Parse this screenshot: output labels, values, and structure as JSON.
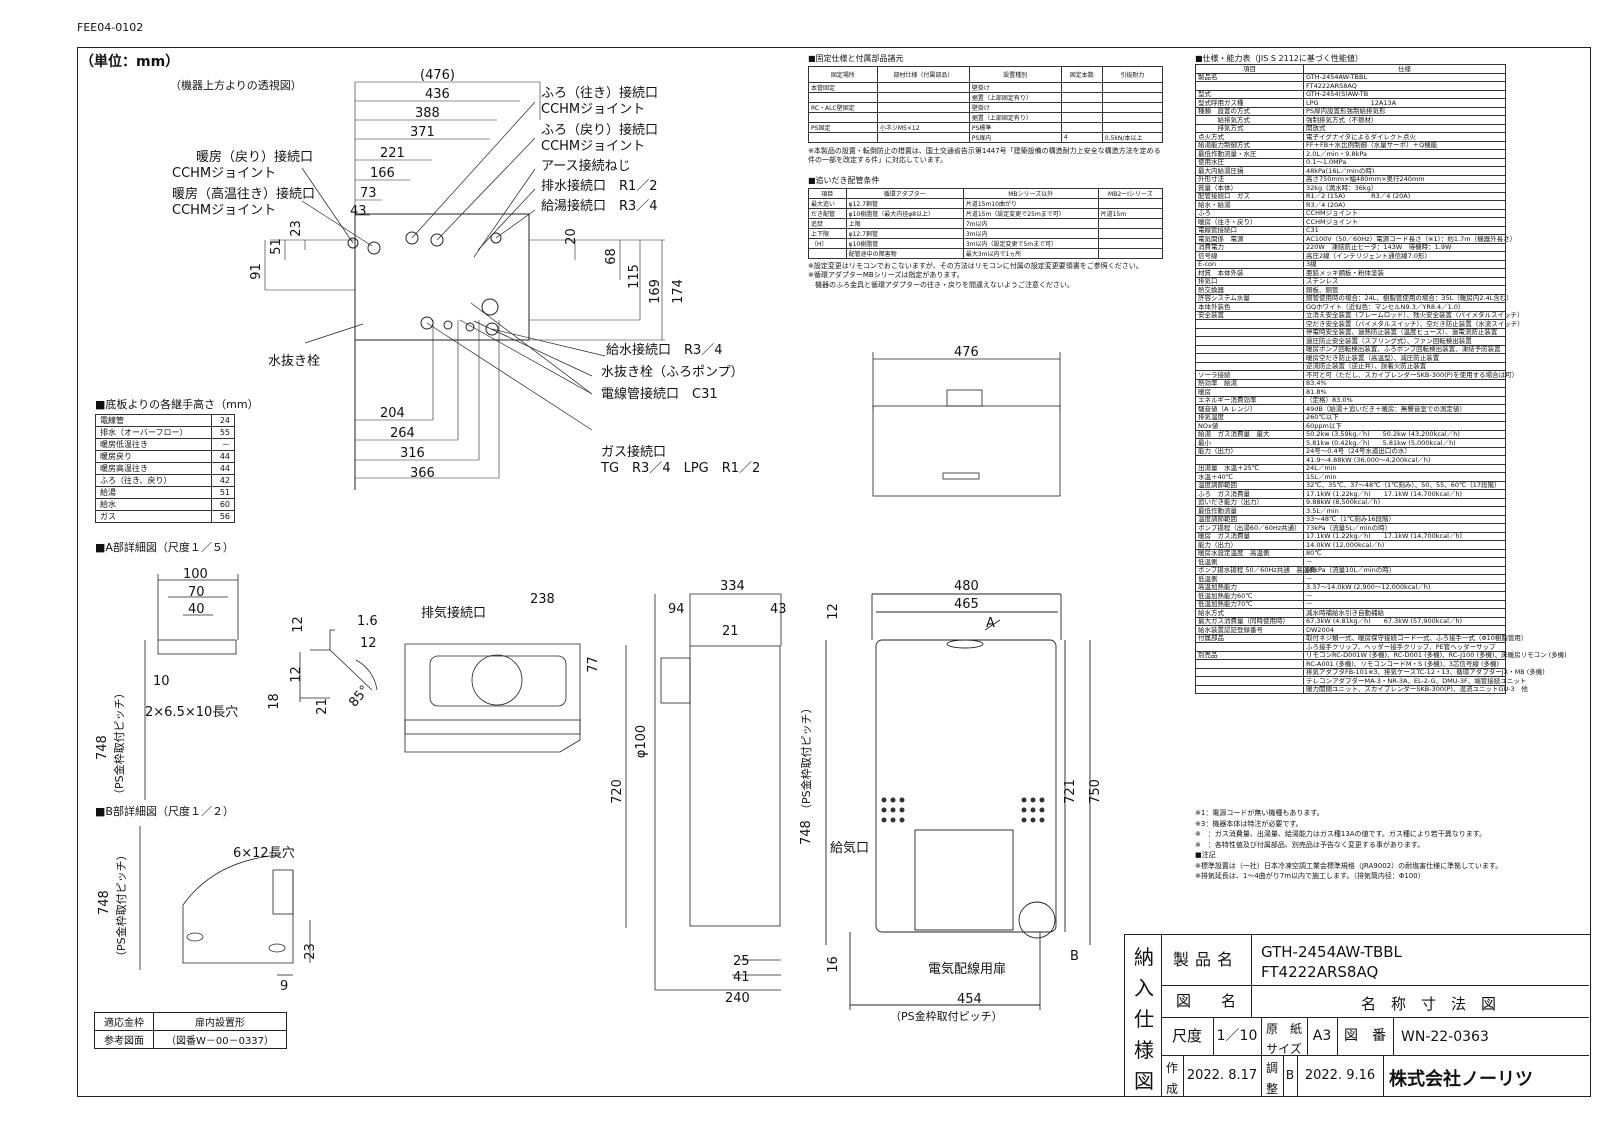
{
  "doc_code": "FEE04-0102",
  "unit_label": "（単位：mm）",
  "top_view": {
    "caption": "（機器上方よりの透視図）",
    "dims_h": [
      "(476)",
      "436",
      "388",
      "371",
      "221",
      "166",
      "73",
      "43",
      "204",
      "264",
      "316",
      "366"
    ],
    "dims_v": [
      "23",
      "51",
      "91",
      "20",
      "68",
      "115",
      "169",
      "174"
    ],
    "labels": {
      "heat_return": "暖房（戻り）接続口",
      "heat_return_sub": "CCHMジョイント",
      "heat_high": "暖房（高温往き）接続口",
      "heat_high_sub": "CCHMジョイント",
      "bath_go": "ふろ（往き）接続口",
      "bath_go_sub": "CCHMジョイント",
      "bath_return": "ふろ（戻り）接続口",
      "bath_return_sub": "CCHMジョイント",
      "earth": "アース接続ねじ",
      "drain": "排水接続口　R1／2",
      "hot": "給湯接続口　R3／4",
      "water_plug": "水抜き栓",
      "supply": "給水接続口　R3／4",
      "water_plug_pump": "水抜き栓（ふろポンプ）",
      "conduit": "電線管接続口　C31",
      "gas": "ガス接続口",
      "gas_sub": "TG　R3／4　LPG　R1／2"
    }
  },
  "joint_heights": {
    "title": "■底板よりの各継手高さ（mm）",
    "rows": [
      {
        "name": "電線管",
        "value": "24"
      },
      {
        "name": "排水（オーバーフロー）",
        "value": "55"
      },
      {
        "name": "暖房低温往き",
        "value": "－"
      },
      {
        "name": "暖房戻り",
        "value": "44"
      },
      {
        "name": "暖房高温往き",
        "value": "44"
      },
      {
        "name": "ふろ（往き、戻り）",
        "value": "42"
      },
      {
        "name": "給湯",
        "value": "51"
      },
      {
        "name": "給水",
        "value": "60"
      },
      {
        "name": "ガス",
        "value": "56"
      }
    ]
  },
  "detail_a": {
    "title": "■A部詳細図（尺度１／５）",
    "dims": [
      "100",
      "70",
      "40",
      "1.6",
      "12",
      "12",
      "10",
      "18",
      "12",
      "21",
      "85°"
    ],
    "slot": "2×6.5×10長穴",
    "pitch": "748",
    "pitch_note": "（PS金枠取付ピッチ）"
  },
  "detail_b": {
    "title": "■B部詳細図（尺度１／２）",
    "slot": "6×12長穴",
    "pitch": "748",
    "pitch_note": "（PS金枠取付ピッチ）",
    "dims": [
      "23",
      "9"
    ]
  },
  "ref": {
    "c1": "適応金枠",
    "c2": "扉内設置形",
    "c3": "参考図面",
    "c4": "（図番W－00－0337）"
  },
  "fixing": {
    "title": "■固定仕様と付属部品諸元",
    "headers": [
      "固定場所",
      "部材仕様（付属部品）",
      "設置種別",
      "固定本数",
      "引抜耐力"
    ],
    "rows": [
      [
        "本管固定",
        "",
        "壁掛け",
        "",
        ""
      ],
      [
        "",
        "",
        "据置（上部固定有り）",
        "",
        ""
      ],
      [
        "RC・ALC壁固定",
        "",
        "壁掛け",
        "",
        ""
      ],
      [
        "",
        "",
        "据置（上部固定有り）",
        "",
        ""
      ],
      [
        "PS固定",
        "小ネジM5×12",
        "PS標準",
        "",
        ""
      ],
      [
        "",
        "",
        "PS扉内",
        "4",
        "0.5kN/本以上"
      ]
    ],
    "note": "※本製品の設置・転倒防止の措置は、国土交通省告示第1447号「建築設備の構造耐力上安全な構造方法を定める件の一部を改定する件」に対応しています。"
  },
  "piping": {
    "title": "■追いだき配管条件",
    "headers": [
      "項目",
      "循環アダプター",
      "MBシリーズ以外",
      "MB2ーⅠシリーズ"
    ],
    "rows": [
      [
        "最大追い",
        "φ12.7銅管",
        "片道15m10曲がり",
        ""
      ],
      [
        "だき配管",
        "φ10樹脂管（最大内径φ8以上）",
        "片道15m（設定変更で25mまで可）",
        "片道15m"
      ],
      [
        "追焚",
        "上限",
        "7m以内",
        ""
      ],
      [
        "上下限",
        "φ12.7銅管",
        "3m以内",
        ""
      ],
      [
        "（H）",
        "φ10樹脂管",
        "3m以内（設定変更で5mまで可）",
        ""
      ],
      [
        "",
        "配管途中の障害物",
        "最大3m以内で1ヵ所",
        ""
      ]
    ],
    "notes": [
      "※設定変更はリモコンでおこないますが、その方法はリモコンに付属の設定変更要領書をご参照ください。",
      "※循環アダプターMBシリーズは指定があります。",
      "　機器のふろ金具と循環アダプターの往き・戻りを間違えないようご注意ください。"
    ]
  },
  "top_view2": {
    "dim": "476"
  },
  "side_view": {
    "labels": [
      "排気接続口",
      "給気口"
    ],
    "dims": [
      "334",
      "238",
      "94",
      "43",
      "21",
      "77",
      "φ100",
      "720",
      "25",
      "41",
      "240"
    ]
  },
  "front_view": {
    "dims": [
      "480",
      "465",
      "12",
      "721",
      "750",
      "748",
      "16",
      "454"
    ],
    "pitch_note": "（PS金枠取付ピッチ）",
    "labels": {
      "a": "A",
      "b": "B",
      "door": "電気配線用扉",
      "intake": "給気口"
    }
  },
  "spec": {
    "title": "■仕様・能力表（JIS S 2112に基づく性能値）",
    "col_item": "項目",
    "col_spec": "仕様",
    "rows": [
      [
        "製品名",
        "GTH-2454AW-TBBL"
      ],
      [
        "",
        "FT4222ARS8AQ"
      ],
      [
        "型式",
        "GTH-2454(S)AW-TB"
      ],
      [
        "型式呼用ガス種",
        "LPG　　　　　　　　12A13A"
      ],
      [
        "種類　設置の方式",
        "PS扉内設置形強制給排気形"
      ],
      [
        "　　　給排気方式",
        "強制排気方式（不燃材）"
      ],
      [
        "　　　排気方式",
        "開放式"
      ],
      [
        "点火方式",
        "電子イグナイタによるダイレクト点火"
      ],
      [
        "給湯能力制御方式",
        "FF＋FB＋水比例制御（水量サーボ）＋Q機能"
      ],
      [
        "最低作動流量・水圧",
        "2.0L／min・9.8kPa"
      ],
      [
        "使用水圧",
        "0.1〜1.0MPa"
      ],
      [
        "最大内給湯圧損",
        "48kPa(16L／minの時)"
      ],
      [
        "外形寸法",
        "高さ750mm×幅480mm×奥行240mm"
      ],
      [
        "質量（本体）",
        "32kg（満水時：36kg）"
      ],
      [
        "配管接続口　ガス",
        "R1／2 (15A)　　　　R3／4 (20A)"
      ],
      [
        "給水・給湯",
        "R3／4 (20A)"
      ],
      [
        "ふろ",
        "CCHMジョイント"
      ],
      [
        "暖房（往き・戻り）",
        "CCHMジョイント"
      ],
      [
        "電線管接続口",
        "C31"
      ],
      [
        "電気関係　電源",
        "AC100V（50／60Hz）電源コード長さ（※1）：約1.7m（機器外長さ）"
      ],
      [
        "消費電力",
        "220W　凍結防止ヒータ：143W　待機時：1.9W"
      ],
      [
        "信号線",
        "高圧2線（インテリジェント通信線7.0形）"
      ],
      [
        "E-con",
        "3線"
      ],
      [
        "材質　本体外装",
        "亜鉛メッキ鋼板・粉体塗装"
      ],
      [
        "排気口",
        "ステンレス"
      ],
      [
        "熱交換器",
        "銅板、銅管"
      ],
      [
        "許容システム水量",
        "銅管使用時の場合：24L、樹脂管使用の場合：35L（暖房内2.4L含む）"
      ],
      [
        "本体外装色",
        "GQホワイト（近似色：マンセルN9.3／YR8.4／1.0）"
      ],
      [
        "安全装置",
        "立消え安全装置（フレームロッド）、残火安全装置（バイメタルスイッチ）"
      ],
      [
        "",
        "空だき安全装置（バイメタルスイッチ）、空だき防止装置（水流スイッチ）"
      ],
      [
        "",
        "停電時安全装置、過熱防止装置（温度ヒューズ）、過電流防止装置"
      ],
      [
        "",
        "過圧防止安全装置（スプリング式）、ファン回転検出装置"
      ],
      [
        "",
        "暖房ポンプ回転検出装置、ふろポンプ回転検出装置、凍結予防装置"
      ],
      [
        "",
        "暖房空だき防止装置（高温型）、減圧防止装置"
      ],
      [
        "",
        "逆流防止装置（逆止弁）、誤着火防止装置"
      ],
      [
        "ソーラ接続",
        "不可と可（ただし、スカイプレンダーSKB-300(P)を使用する場合は可）"
      ],
      [
        "熱効率　給湯",
        "83.4%"
      ],
      [
        "暖房",
        "81.8%"
      ],
      [
        "エネルギー消費効率",
        "（定格）83.0%"
      ],
      [
        "騒音値（A レンジ）",
        "49dB（給湯＋追いだき＋暖房：無響音室での測定値）"
      ],
      [
        "排気温度",
        "260℃以下"
      ],
      [
        "NOx値",
        "60ppm以下"
      ],
      [
        "給湯　ガス消費量　最大",
        "50.2kw (3.59kg／h)　　50.2kw (43,200kcal／h)"
      ],
      [
        "最小",
        "5.81kw (0.42kg／h)　　5.81kw (5,000kcal／h)"
      ],
      [
        "能力（出力）",
        "24号〜0.4号（24号水道出口の水）"
      ],
      [
        "",
        "41.9〜4.88kW (36,000〜4,200kcal／h)"
      ],
      [
        "出湯量　水温＋25℃",
        "24L／min"
      ],
      [
        "水温＋40℃",
        "15L／min"
      ],
      [
        "温度調節範囲",
        "32℃、35℃、37〜48℃（1℃刻み）、50、55、60℃（17段階）"
      ],
      [
        "ふろ　ガス消費量",
        "17.1kW (1.22kg／h)　　17.1kW (14,700kcal／h)"
      ],
      [
        "追いだき能力（出力）",
        "9.88kW (8,500kcal／h)"
      ],
      [
        "最低作動流量",
        "3.5L／min"
      ],
      [
        "温度調節範囲",
        "33〜48℃（1℃刻み16段階）"
      ],
      [
        "ポンプ揚程（出湯60／60Hz共通）",
        "73kPa（流量5L／minの時）"
      ],
      [
        "暖房　ガス消費量",
        "17.1kW (1.22kg／h)　　17.1kW (14,700kcal／h)"
      ],
      [
        "能力（出力）",
        "14.0kW (12,000kcal／h)"
      ],
      [
        "暖房水設定温度　高温側",
        "80℃"
      ],
      [
        "低温側",
        "－"
      ],
      [
        "ポンプ揚水揚程 50／60Hz共通　高温側",
        "68kPa（流量10L／minの時）"
      ],
      [
        "低温側",
        "－"
      ],
      [
        "高温加熱能力",
        "3.37〜14.0kW (2,900〜12,000kcal／h)"
      ],
      [
        "低温加熱能力60℃",
        "－"
      ],
      [
        "低温加熱能力70℃",
        "－"
      ],
      [
        "給水方式",
        "減水時補給水引き自動補給"
      ],
      [
        "最大ガス消費量（同時使用時）",
        "67.3kW (4.81kg／h)　　67.3kW (57,900kcal／h)"
      ],
      [
        "給水装置認証登録番号",
        "DW2004"
      ],
      [
        "付属部品",
        "取付ネジ類一式、暖房保守接続コード一式、ふろ接手一式（Φ10樹脂管用）"
      ],
      [
        "",
        "ふろ接手クリップ、ヘッダー接手クリップ、PE管ヘッダーサップ"
      ],
      [
        "別売品",
        "リモコンRC-D001W (多機)、RC-D001 (多機)、RC-J100 (多機)、床暖房リモコン (多機)"
      ],
      [
        "",
        "RC-A001 (多機)、リモコンコードM・S (多機)、3芯信号線 (多機)"
      ],
      [
        "",
        "排気アダプタFB-101※3、排気ケースTC-12・13、循環アダプターJX・MB (多機)"
      ],
      [
        "",
        "テレコンアダプターMA-3・NR-3A、EL-2-G、DMU-3F、端管接続ユニット"
      ],
      [
        "",
        "暖力開閉ユニット、スカイプレンダーSKB-300(P)、混流ユニットGU-3　他"
      ]
    ],
    "notes": [
      "※1：電源コードが無い機種もあります。",
      "※3：機器本体は特注が必要です。",
      "※　：ガス消費量、出湯量、給湯能力はガス種13Aの値です。ガス種により若干異なります。",
      "※　：各特性値及び付属部品、別売品は予告なく変更する事があります。",
      "■注記",
      "※標準設置は（一社）日本冷凍空調工業会標準規格（JRA9002）の耐塩害仕様に準拠しています。",
      "※排気延長は、1〜4曲がり7m以内で施工します。（排気筒内径：Φ100）"
    ]
  },
  "title_block": {
    "vertical": [
      "納",
      "入",
      "仕",
      "様",
      "図"
    ],
    "product_label": "製品名",
    "product1": "GTH-2454AW-TBBL",
    "product2": "FT4222ARS8AQ",
    "drawing_label": "図　　名",
    "drawing_name": "名　称　寸　法　図",
    "scale_label": "尺度",
    "scale": "1／10",
    "paper_label1": "原　紙",
    "paper_label2": "サイズ",
    "paper": "A3",
    "number_label": "図　番",
    "number": "WN-22-0363",
    "made_label1": "作",
    "made_label2": "成",
    "made": "2022. 8.17",
    "adjust_label1": "調",
    "adjust_label2": "整",
    "rev": "B",
    "adjust": "2022. 9.16",
    "company": "株式会社ノーリツ"
  }
}
